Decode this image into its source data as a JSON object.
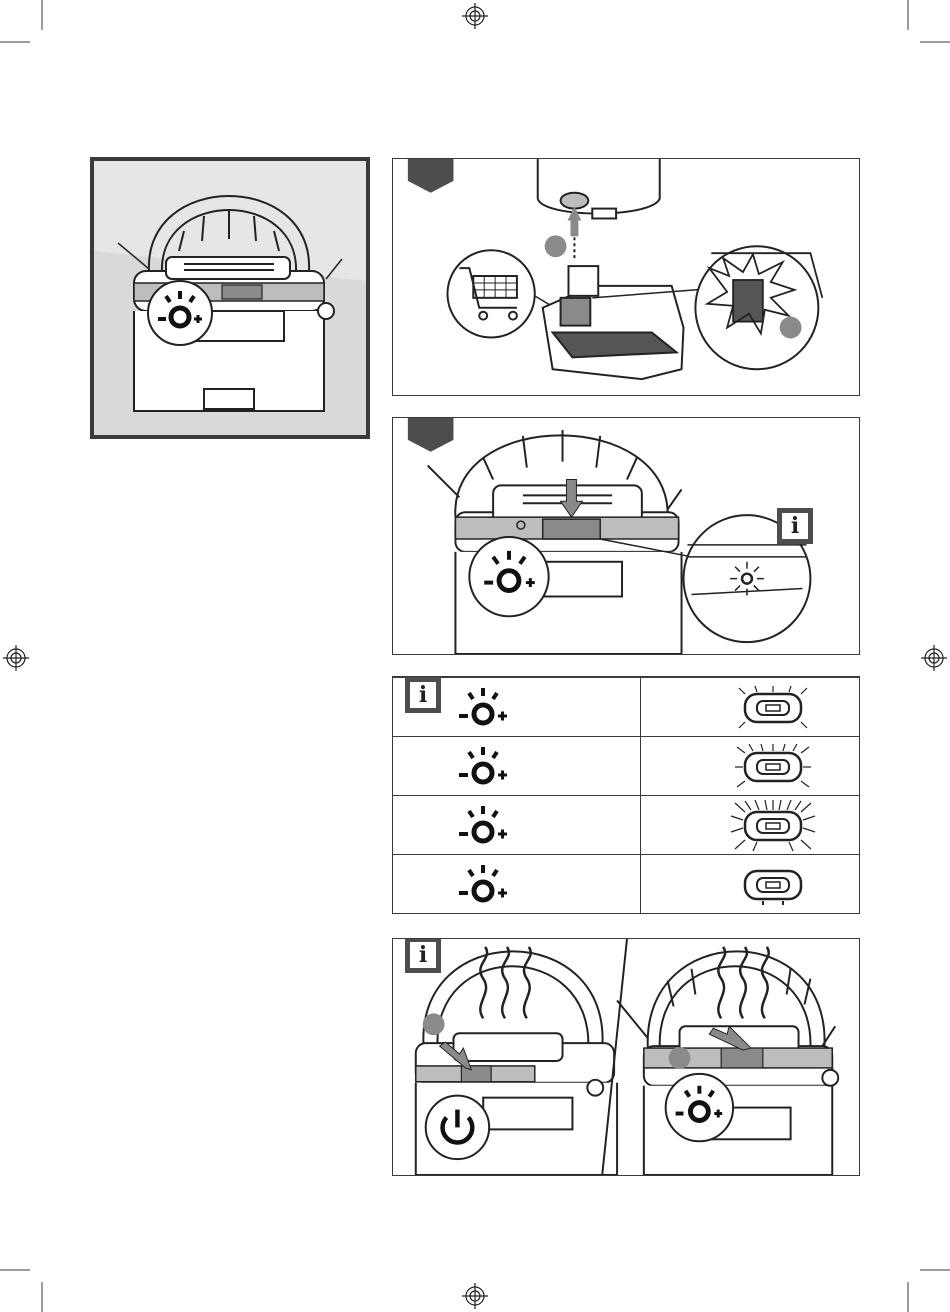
{
  "page": {
    "background": "#ffffff"
  },
  "colors": {
    "line": "#3a3a3a",
    "gray_fill": "#bdbdbd",
    "dark_tab": "#4d4d4d"
  },
  "info_badge_glyph": "i",
  "figures": [
    {
      "id": "overview",
      "icons": [
        "brightness-icon"
      ]
    },
    {
      "id": "battery-insert",
      "icons": [
        "shopping-cart-icon",
        "arrow-up-icon"
      ]
    },
    {
      "id": "brightness-button",
      "icons": [
        "brightness-icon",
        "arrow-down-icon"
      ],
      "info_badge": true
    },
    {
      "id": "brightness-table",
      "info_badge": true,
      "rows": [
        {
          "symbol": "brightness-icon",
          "indicator": "light-level-3-icon"
        },
        {
          "symbol": "brightness-icon",
          "indicator": "light-level-2-icon"
        },
        {
          "symbol": "brightness-icon",
          "indicator": "light-level-1-icon"
        },
        {
          "symbol": "brightness-icon",
          "indicator": "light-off-icon"
        }
      ]
    },
    {
      "id": "power-and-brightness",
      "icons": [
        "power-icon",
        "brightness-icon",
        "heat-icon"
      ],
      "info_badge": true
    }
  ]
}
